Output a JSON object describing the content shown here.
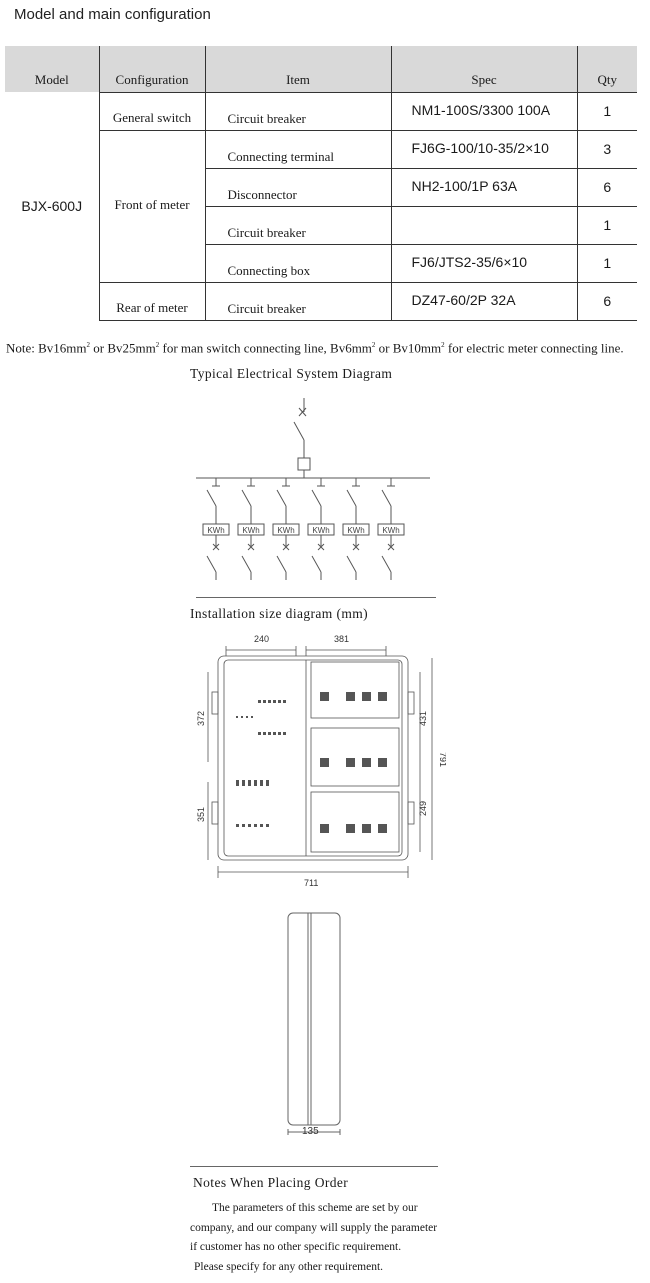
{
  "header": {
    "title": "Model and main configuration"
  },
  "table": {
    "columns": [
      "Model",
      "Configuration",
      "Item",
      "Spec",
      "Qty"
    ],
    "model": "BJX-600J",
    "rows": [
      {
        "configuration": "General switch",
        "item": "Circuit breaker",
        "spec": "NM1-100S/3300 100A",
        "qty": "1"
      },
      {
        "configuration": "Front of meter",
        "item": "Connecting terminal",
        "spec": "FJ6G-100/10-35/2×10",
        "qty": "3"
      },
      {
        "configuration": "",
        "item": "Disconnector",
        "spec": "NH2-100/1P 63A",
        "qty": "6"
      },
      {
        "configuration": "",
        "item": "Circuit breaker",
        "spec": "",
        "qty": "1"
      },
      {
        "configuration": "",
        "item": "Connecting box",
        "spec": "FJ6/JTS2-35/6×10",
        "qty": "1"
      },
      {
        "configuration": "Rear of meter",
        "item": "Circuit breaker",
        "spec": "DZ47-60/2P 32A",
        "qty": "6"
      }
    ]
  },
  "note": {
    "prefix": "Note: Bv16mm",
    "p1": " or Bv25mm",
    "p2": " for man switch connecting line, Bv6mm",
    "p3": " or Bv10mm",
    "p4": " for electric meter connecting line.",
    "sup": "2"
  },
  "system_diagram": {
    "caption": "Typical Electrical System Diagram",
    "meter_label": "KWh"
  },
  "installation": {
    "caption": "Installation size diagram (mm)",
    "dims": {
      "top_left": "240",
      "top_right": "381",
      "left_upper": "372",
      "left_lower": "351",
      "right_upper": "431",
      "right_lower": "249",
      "right_total": "791",
      "bottom": "711",
      "side_depth": "135"
    }
  },
  "order": {
    "title": "Notes When Placing Order",
    "lines": [
      "The parameters of this scheme are set by our",
      "company, and our company will supply the parameter",
      "if customer has no other specific requirement.",
      "Please specify for any other requirement."
    ]
  }
}
